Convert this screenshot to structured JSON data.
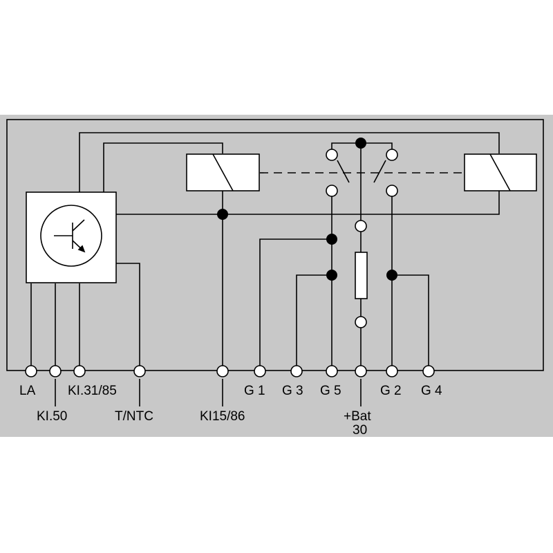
{
  "colors": {
    "background": "#ffffff",
    "panel": "#c8c8c8",
    "line": "#000000",
    "box_fill": "#ffffff"
  },
  "icons": {
    "transistor": "transistor-icon",
    "relay_left": "relay-coil-icon",
    "relay_right": "relay-coil-icon",
    "fuse": "fuse-icon"
  },
  "terminals": {
    "la": "LA",
    "kl50": "KI.50",
    "kl31_85": "KI.31/85",
    "t_ntc": "T/NTC",
    "kl15_86": "KI15/86",
    "g1": "G 1",
    "g3": "G 3",
    "g5": "G 5",
    "bat": "+Bat",
    "bat_num": "30",
    "g2": "G 2",
    "g4": "G 4"
  }
}
